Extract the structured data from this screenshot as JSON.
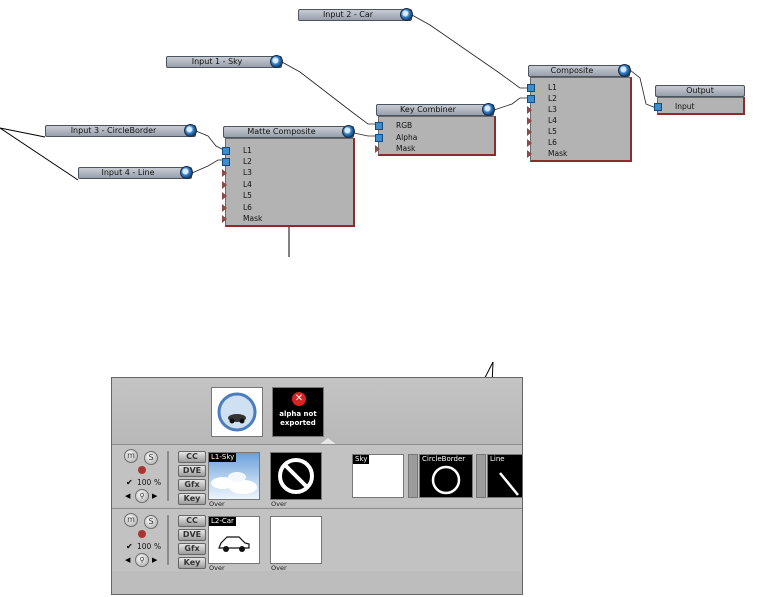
{
  "graph": {
    "input_car": "Input 2 - Car",
    "input_sky": "Input 1 - Sky",
    "input_circle": "Input 3 - CircleBorder",
    "input_line": "Input 4 - Line",
    "matte_composite": {
      "title": "Matte Composite",
      "ports": [
        "L1",
        "L2",
        "L3",
        "L4",
        "L5",
        "L6",
        "Mask"
      ]
    },
    "key_combiner": {
      "title": "Key Combiner",
      "ports": [
        "RGB",
        "Alpha",
        "Mask"
      ]
    },
    "composite": {
      "title": "Composite",
      "ports": [
        "L1",
        "L2",
        "L3",
        "L4",
        "L5",
        "L6",
        "Mask"
      ]
    },
    "output": {
      "title": "Output",
      "port": "Input"
    }
  },
  "panel": {
    "alpha_thumb": {
      "line1": "alpha not",
      "line2": "exported"
    },
    "layer1": {
      "m": "m",
      "s": "S",
      "percent": "100",
      "percent_sign": "%",
      "buttons": [
        "CC",
        "DVE",
        "Gfx",
        "Key"
      ],
      "thumb_label": "L1-Sky",
      "blend1": "Over",
      "blend2": "Over",
      "key_labels": [
        "Sky",
        "CircleBorder",
        "Line"
      ]
    },
    "layer2": {
      "m": "m",
      "s": "S",
      "percent": "100",
      "percent_sign": "%",
      "buttons": [
        "CC",
        "DVE",
        "Gfx",
        "Key"
      ],
      "thumb_label": "L2-Car",
      "blend1": "Over",
      "blend2": "Over"
    }
  }
}
